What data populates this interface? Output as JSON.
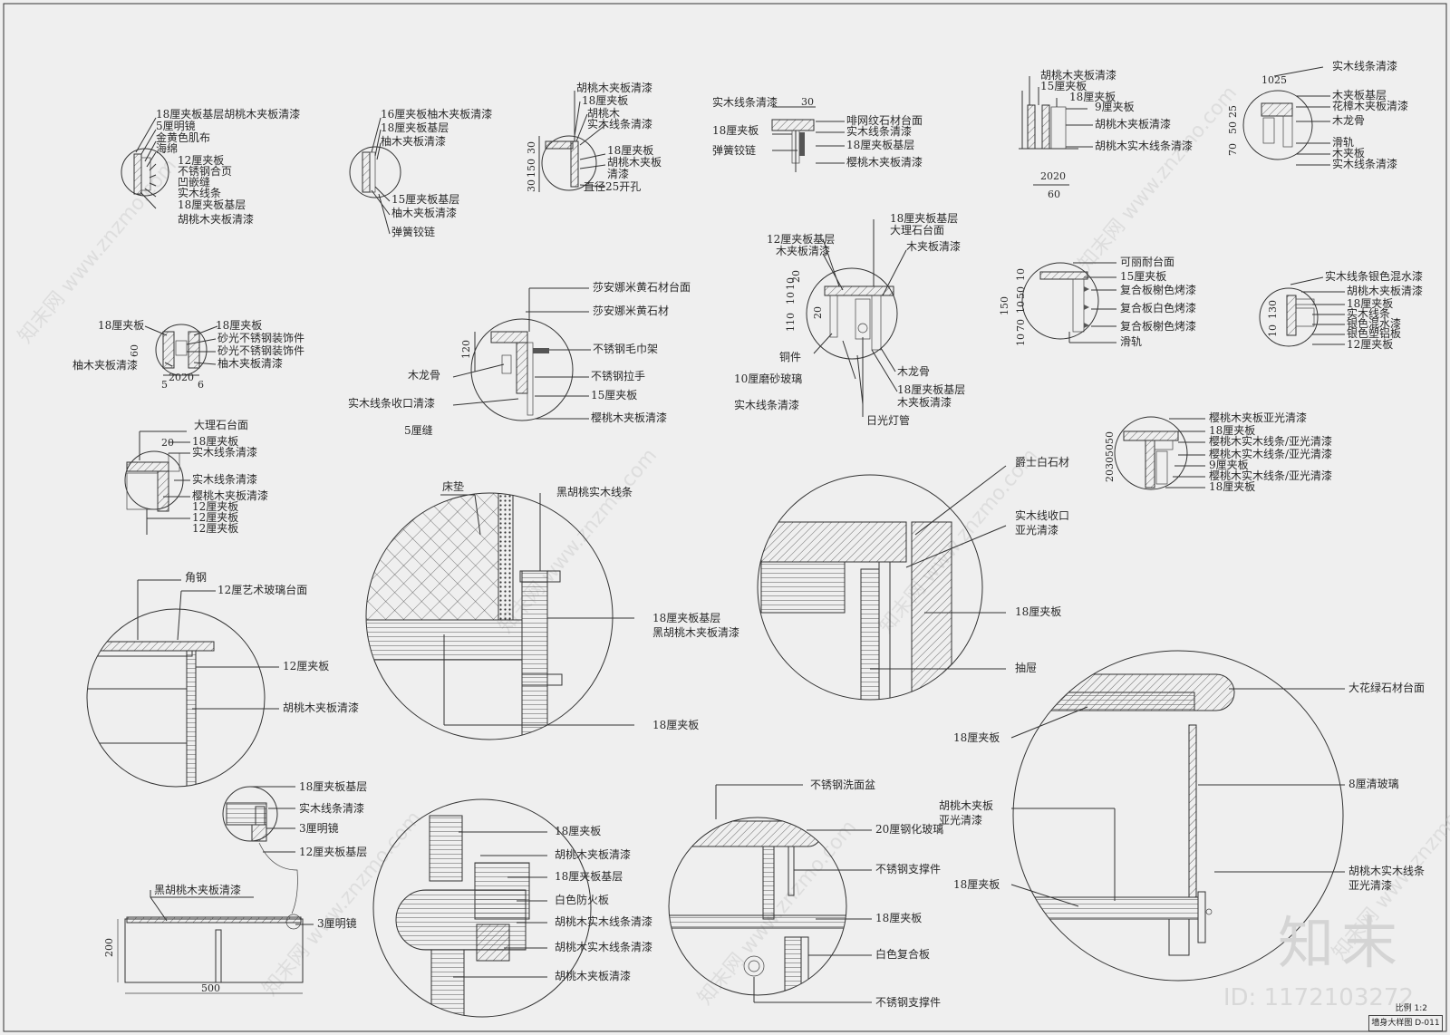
{
  "drawing": {
    "title": "墙身大样图 D-011",
    "scale_note": "比例 1:2",
    "brand": "知末",
    "image_id_text": "ID: 1172103272",
    "watermark": "知末网 www.znzmo.com"
  },
  "details": {
    "d1": [
      "18厘夹板基层胡桃木夹板清漆",
      "5厘明镜",
      "金黄色肌布",
      "海绵",
      "12厘夹板",
      "不锈钢合页",
      "凹嵌缝",
      "实木线条",
      "18厘夹板基层",
      "胡桃木夹板清漆"
    ],
    "d2": [
      "16厘夹板柚木夹板清漆",
      "18厘夹板基层",
      "柚木夹板清漆",
      "15厘夹板基层",
      "柚木夹板清漆",
      "弹簧铰链"
    ],
    "d3": [
      "胡桃木夹板清漆",
      "18厘夹板",
      "胡桃木",
      "实木线条清漆",
      "18厘夹板",
      "胡桃木夹板",
      "清漆",
      "直径25开孔"
    ],
    "d3_dims": [
      "30",
      "150",
      "30"
    ],
    "d4": [
      "实木线条清漆",
      "18厘夹板",
      "弹簧铰链",
      "啡网纹石材台面",
      "实木线条清漆",
      "18厘夹板基层",
      "樱桃木夹板清漆"
    ],
    "d4_dims": [
      "30"
    ],
    "d5": [
      "胡桃木夹板清漆",
      "15厘夹板",
      "18厘夹板",
      "9厘夹板",
      "胡桃木夹板清漆",
      "胡桃木实木线条清漆"
    ],
    "d5_dims": [
      "2020",
      "60"
    ],
    "d6": [
      "实木线条清漆",
      "木夹板基层",
      "花樟木夹板清漆",
      "木龙骨",
      "滑轨",
      "木夹板",
      "实木线条清漆"
    ],
    "d6_dims": [
      "1025",
      "70",
      "50",
      "25"
    ],
    "d7": [
      "18厘夹板",
      "18厘夹板",
      "砂光不锈钢装饰件",
      "砂光不锈钢装饰件",
      "柚木夹板清漆",
      "柚木夹板清漆"
    ],
    "d7_dims": [
      "60",
      "2020",
      "5",
      "6"
    ],
    "d8": [
      "莎安娜米黄石材台面",
      "莎安娜米黄石材",
      "不锈钢毛巾架",
      "木龙骨",
      "不锈钢拉手",
      "实木线条收口清漆",
      "15厘夹板",
      "5厘缝",
      "樱桃木夹板清漆"
    ],
    "d8_dims": [
      "120"
    ],
    "d9": [
      "18厘夹板基层",
      "大理石台面",
      "12厘夹板基层",
      "木夹板清漆",
      "木夹板清漆",
      "铜件",
      "10厘磨砂玻璃",
      "木龙骨",
      "18厘夹板基层",
      "木夹板清漆",
      "实木线条清漆",
      "日光灯管"
    ],
    "d9_dims": [
      "10",
      "10",
      "20",
      "110",
      "20"
    ],
    "d10": [
      "可丽耐台面",
      "15厘夹板",
      "复合板榭色烤漆",
      "复合板白色烤漆",
      "复合板榭色烤漆",
      "滑轨"
    ],
    "d10_dims": [
      "150",
      "10",
      "50",
      "10",
      "70",
      "10"
    ],
    "d11": [
      "实木线条银色混水漆",
      "胡桃木夹板清漆",
      "18厘夹板",
      "实木线条",
      "银色混水漆",
      "银色塑铝板",
      "12厘夹板"
    ],
    "d11_dims": [
      "10",
      "130"
    ],
    "d12": [
      "大理石台面",
      "18厘夹板",
      "实木线条清漆",
      "实木线条清漆",
      "樱桃木夹板清漆",
      "12厘夹板",
      "12厘夹板",
      "12厘夹板"
    ],
    "d12_dims": [
      "20"
    ],
    "d13": [
      "樱桃木夹板亚光清漆",
      "18厘夹板",
      "樱桃木实木线条/亚光清漆",
      "樱桃木实木线条/亚光清漆",
      "9厘夹板",
      "樱桃木实木线条/亚光清漆",
      "18厘夹板"
    ],
    "d13_dims": [
      "20",
      "30",
      "50",
      "50"
    ],
    "d14": [
      "床垫",
      "黑胡桃实木线条",
      "18厘夹板基层",
      "黑胡桃木夹板清漆",
      "18厘夹板"
    ],
    "d15": [
      "爵士白石材",
      "实木线收口",
      "亚光清漆",
      "18厘夹板",
      "抽屉"
    ],
    "d16": [
      "角钢",
      "12厘艺术玻璃台面",
      "12厘夹板",
      "胡桃木夹板清漆"
    ],
    "d17": [
      "18厘夹板基层",
      "实木线条清漆",
      "3厘明镜",
      "12厘夹板基层",
      "黑胡桃木夹板清漆",
      "3厘明镜"
    ],
    "d17_dims": [
      "200",
      "500"
    ],
    "d18": [
      "18厘夹板",
      "胡桃木夹板清漆",
      "18厘夹板基层",
      "白色防火板",
      "胡桃木实木线条清漆",
      "胡桃木实木线条清漆",
      "胡桃木夹板清漆"
    ],
    "d19": [
      "不锈钢洗面盆",
      "20厘钢化玻璃",
      "不锈钢支撑件",
      "18厘夹板",
      "白色复合板",
      "不锈钢支撑件"
    ],
    "d20": [
      "大花绿石材台面",
      "18厘夹板",
      "8厘清玻璃",
      "胡桃木夹板",
      "亚光清漆",
      "胡桃木实木线条",
      "亚光清漆",
      "18厘夹板"
    ]
  }
}
